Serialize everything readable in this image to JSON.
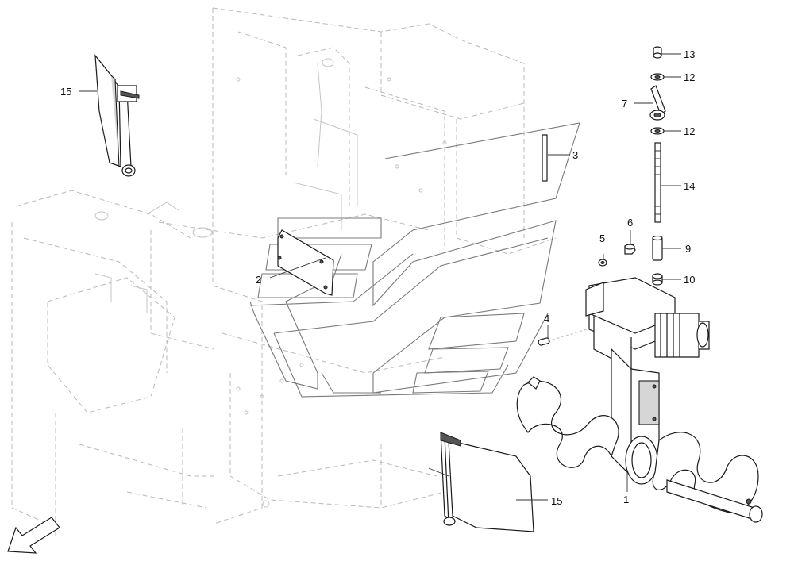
{
  "callouts": [
    {
      "id": "1",
      "label": "1"
    },
    {
      "id": "2",
      "label": "2"
    },
    {
      "id": "3",
      "label": "3"
    },
    {
      "id": "4",
      "label": "4"
    },
    {
      "id": "5",
      "label": "5"
    },
    {
      "id": "6",
      "label": "6"
    },
    {
      "id": "7",
      "label": "7"
    },
    {
      "id": "9",
      "label": "9"
    },
    {
      "id": "10",
      "label": "10"
    },
    {
      "id": "12a",
      "label": "12"
    },
    {
      "id": "12b",
      "label": "12"
    },
    {
      "id": "13",
      "label": "13"
    },
    {
      "id": "14",
      "label": "14"
    },
    {
      "id": "15a",
      "label": "15"
    },
    {
      "id": "15b",
      "label": "15"
    }
  ]
}
